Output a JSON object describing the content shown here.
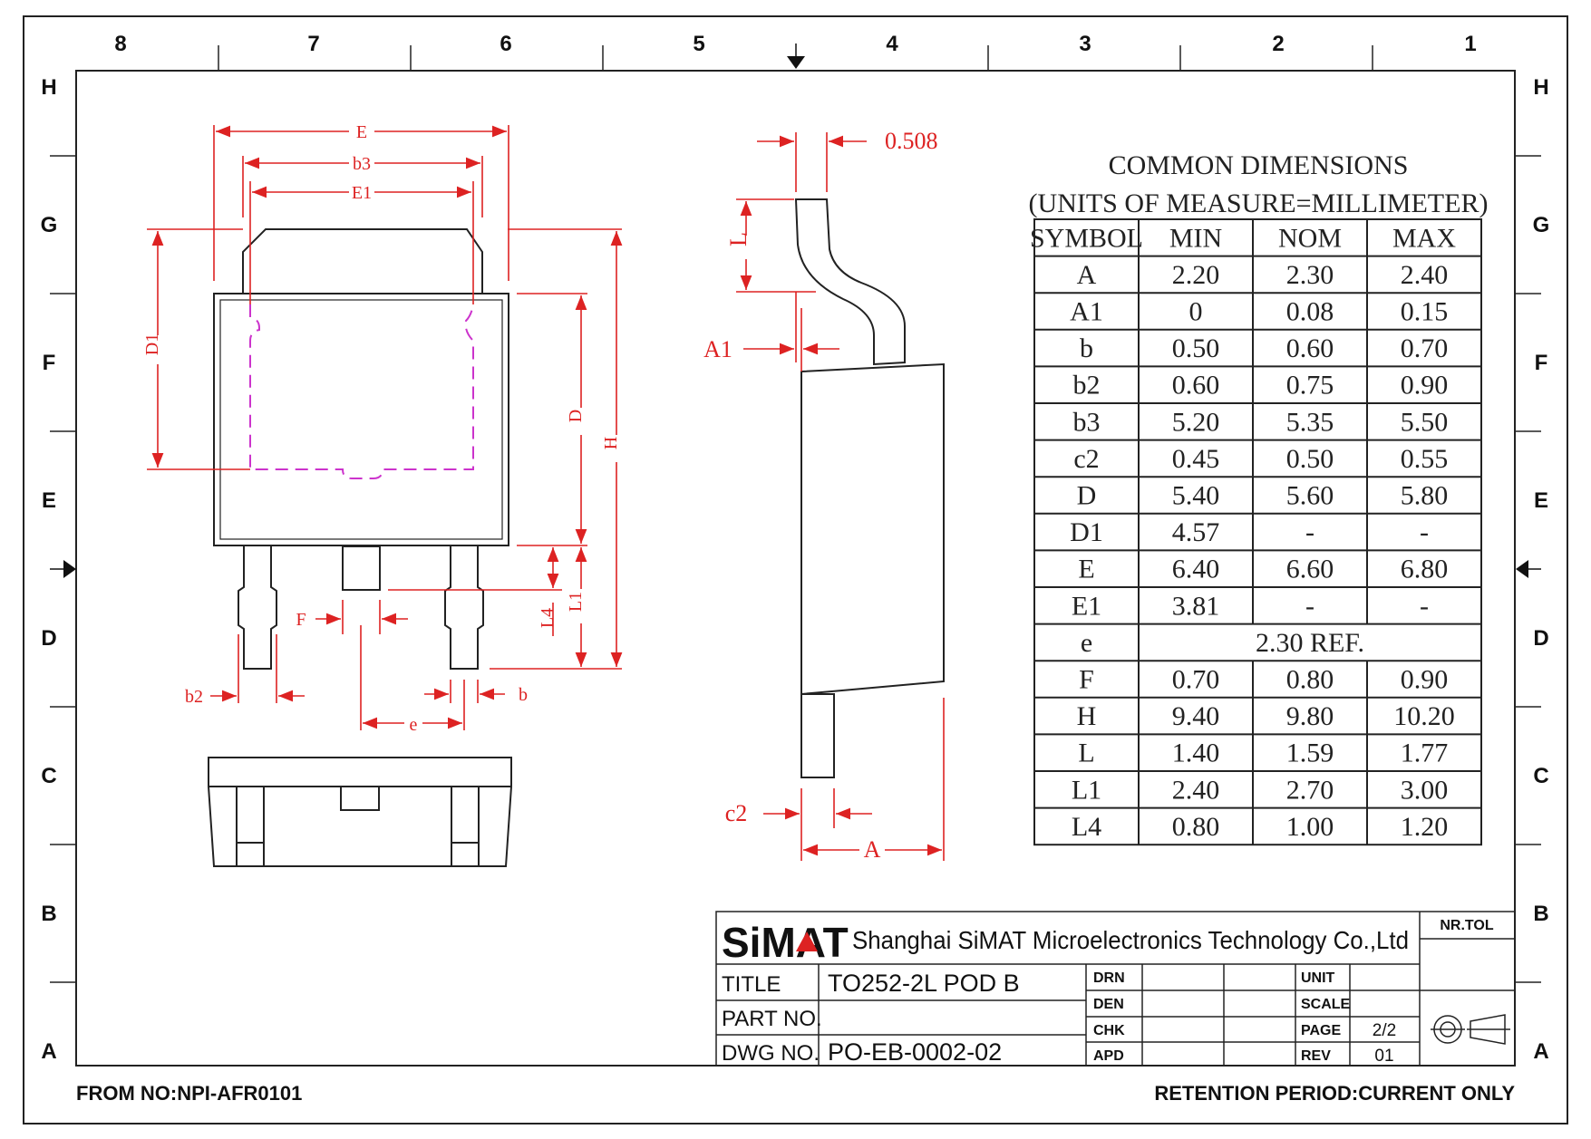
{
  "frame": {
    "columns": [
      "8",
      "7",
      "6",
      "5",
      "4",
      "3",
      "2",
      "1"
    ],
    "rows": [
      "H",
      "G",
      "F",
      "E",
      "D",
      "C",
      "B",
      "A"
    ]
  },
  "drawing": {
    "top_view_labels": {
      "E": "E",
      "b3": "b3",
      "E1": "E1",
      "D1": "D1",
      "D": "D",
      "H": "H",
      "L4": "L4",
      "L1": "L1",
      "F": "F",
      "b2": "b2",
      "b": "b",
      "e": "e"
    },
    "side_view_labels": {
      "dim_0508": "0.508",
      "L": "L",
      "A1": "A1",
      "c2": "c2",
      "A": "A"
    },
    "colors": {
      "dimension": "#dd2222",
      "outline": "#222222",
      "pad": "#cc33cc"
    }
  },
  "table": {
    "title": "COMMON DIMENSIONS",
    "subtitle": "(UNITS OF MEASURE=MILLIMETER)",
    "headers": [
      "SYMBOL",
      "MIN",
      "NOM",
      "MAX"
    ],
    "rows": [
      [
        "A",
        "2.20",
        "2.30",
        "2.40"
      ],
      [
        "A1",
        "0",
        "0.08",
        "0.15"
      ],
      [
        "b",
        "0.50",
        "0.60",
        "0.70"
      ],
      [
        "b2",
        "0.60",
        "0.75",
        "0.90"
      ],
      [
        "b3",
        "5.20",
        "5.35",
        "5.50"
      ],
      [
        "c2",
        "0.45",
        "0.50",
        "0.55"
      ],
      [
        "D",
        "5.40",
        "5.60",
        "5.80"
      ],
      [
        "D1",
        "4.57",
        "-",
        "-"
      ],
      [
        "E",
        "6.40",
        "6.60",
        "6.80"
      ],
      [
        "E1",
        "3.81",
        "-",
        "-"
      ],
      [
        "e",
        "2.30 REF.",
        "",
        ""
      ],
      [
        "F",
        "0.70",
        "0.80",
        "0.90"
      ],
      [
        "H",
        "9.40",
        "9.80",
        "10.20"
      ],
      [
        "L",
        "1.40",
        "1.59",
        "1.77"
      ],
      [
        "L1",
        "2.40",
        "2.70",
        "3.00"
      ],
      [
        "L4",
        "0.80",
        "1.00",
        "1.20"
      ]
    ]
  },
  "title_block": {
    "logo": "SiMAT",
    "company": "Shanghai SiMAT Microelectronics Technology Co.,Ltd",
    "nr_tol": "NR.TOL",
    "title_label": "TITLE",
    "title_value": "TO252-2L POD B",
    "part_label": "PART NO.",
    "part_value": "",
    "dwg_label": "DWG NO.",
    "dwg_value": "PO-EB-0002-02",
    "drn": "DRN",
    "den": "DEN",
    "chk": "CHK",
    "apd": "APD",
    "unit": "UNIT",
    "scale": "SCALE",
    "page_label": "PAGE",
    "page_value": "2/2",
    "rev_label": "REV",
    "rev_value": "01"
  },
  "footer": {
    "left": "FROM NO:NPI-AFR0101",
    "right": "RETENTION PERIOD:CURRENT ONLY"
  }
}
